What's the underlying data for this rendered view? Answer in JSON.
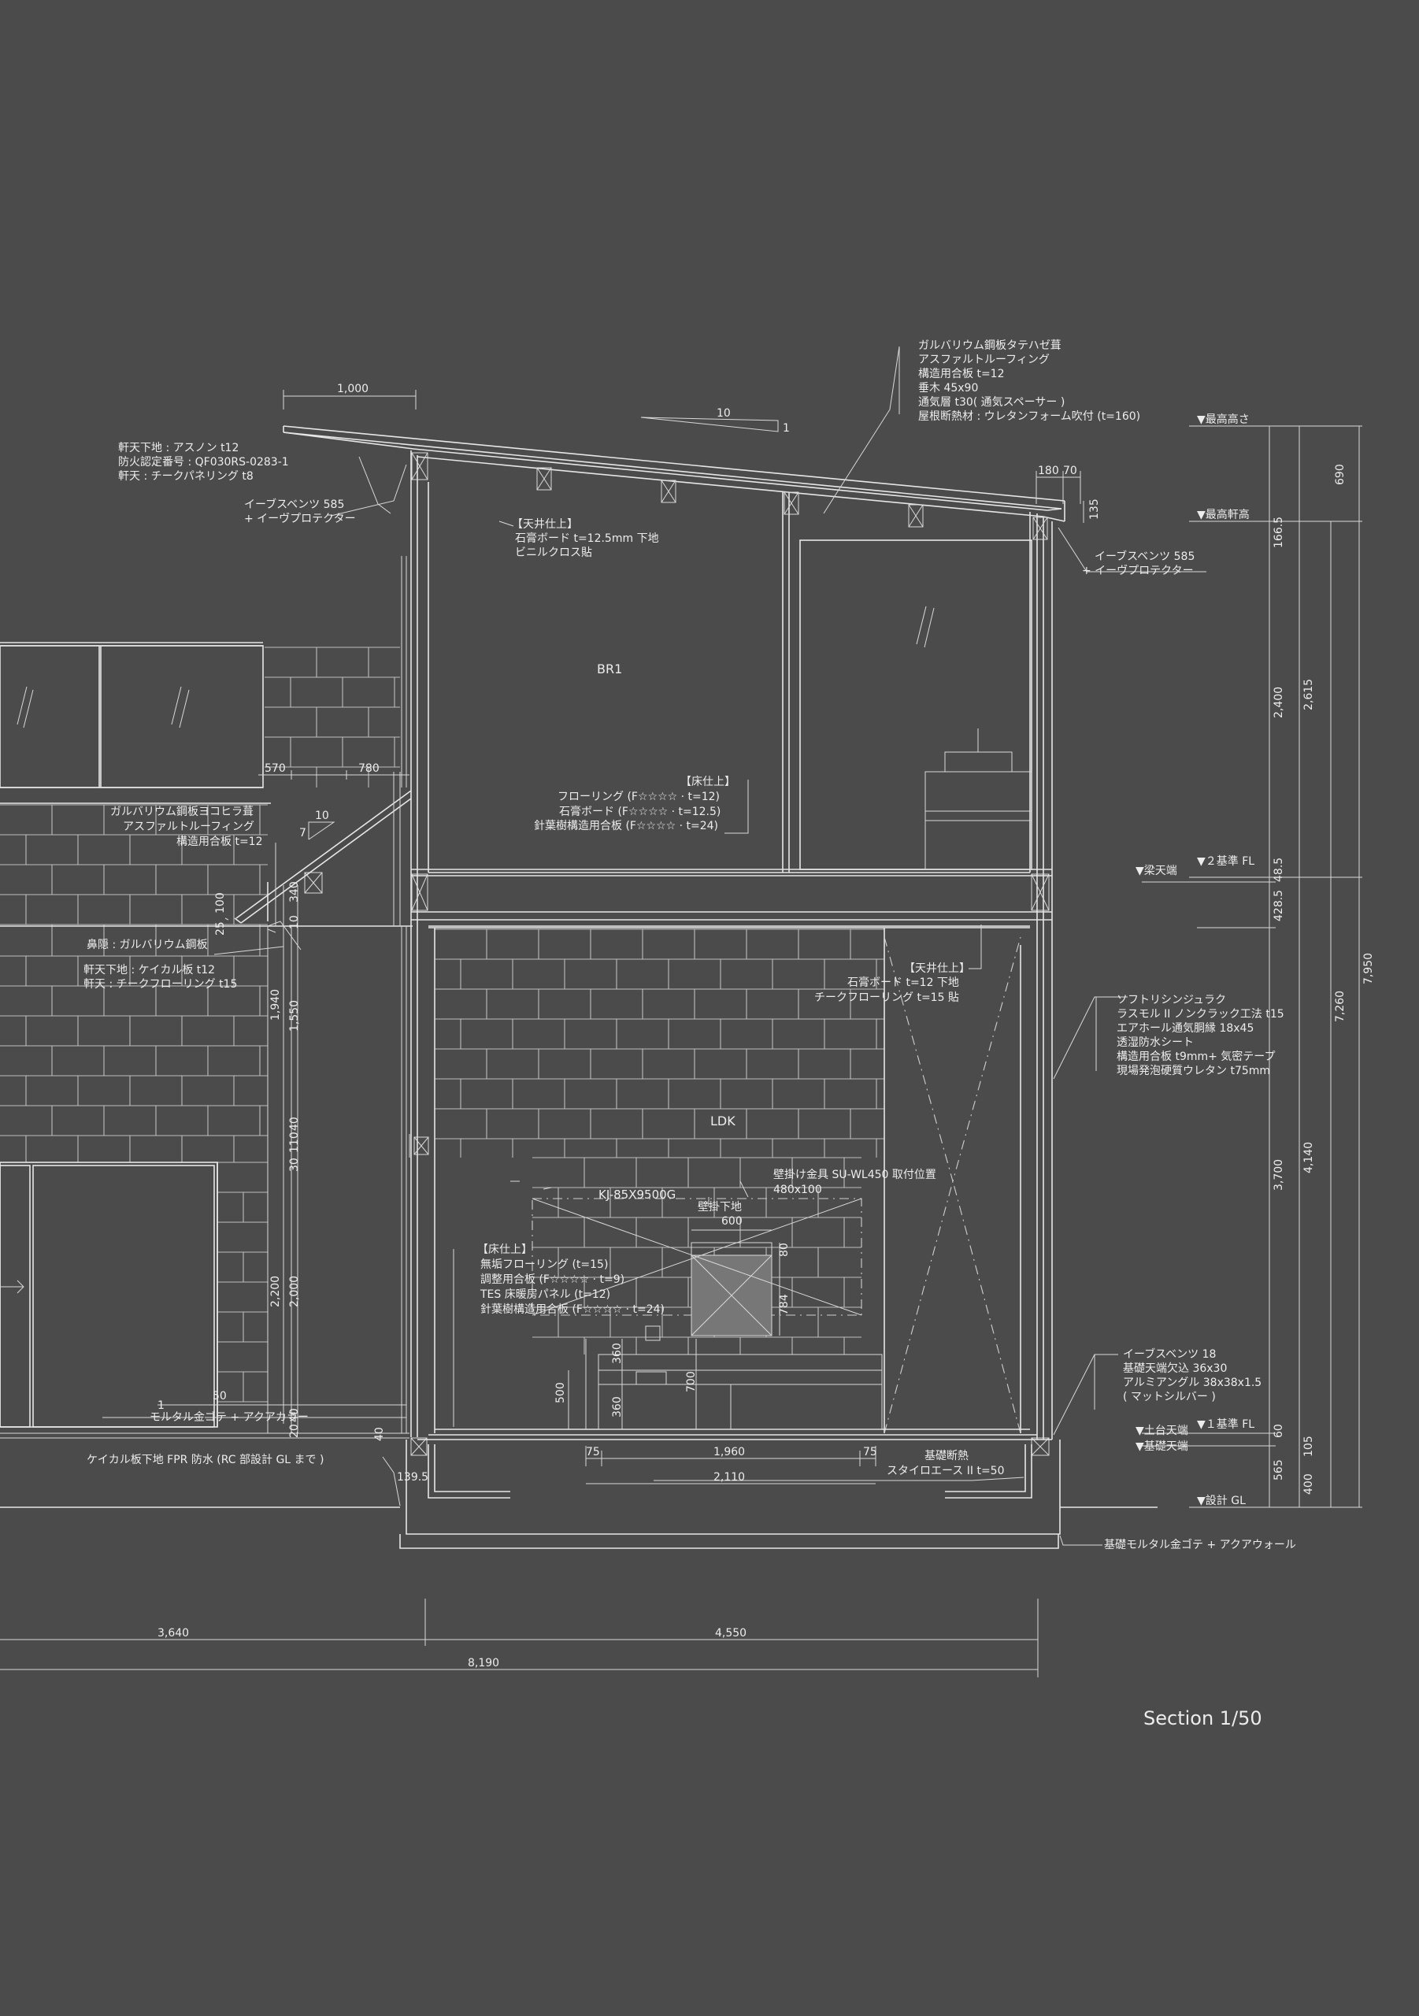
{
  "title": "Section 1/50",
  "rooms": {
    "br1": "BR1",
    "ldk": "LDK"
  },
  "levels": {
    "max_height": "▼最高高さ",
    "max_eave": "▼最高軒高",
    "beam_top": "▼梁天端",
    "fl2": "▼２基準 FL",
    "fl1": "▼１基準 FL",
    "sill_top": "▼土台天端",
    "foundation_top": "▼基礎天端",
    "gl": "▼設計 GL"
  },
  "notes": {
    "roof": [
      "ガルバリウム鋼板タテハゼ葺",
      "アスファルトルーフィング",
      "構造用合板 t=12",
      "垂木 45x90",
      "通気層 t30( 通気スペーサー )",
      "屋根断熱材 : ウレタンフォーム吹付 (t=160)"
    ],
    "eave_soffit": [
      "軒天下地 : アスノン t12",
      "防火認定番号 : QF030RS-0283-1",
      "軒天 : チークパネリング t8"
    ],
    "eave_vent_left": [
      "イーブスベンツ 585",
      "+ イーヴプロテクター"
    ],
    "eave_vent_right": [
      "イーブスベンツ 585",
      "+ イーヴプロテクター"
    ],
    "ceiling_2f": [
      "【天井仕上】",
      "石膏ボード t=12.5mm 下地",
      "ビニルクロス貼"
    ],
    "floor_2f": [
      "【床仕上】",
      "フローリング (F☆☆☆☆ · t=12)",
      "石膏ボード (F☆☆☆☆ · t=12.5)",
      "針葉樹構造用合板 (F☆☆☆☆ · t=24)"
    ],
    "lower_roof": [
      "ガルバリウム鋼板ヨコヒラ葺",
      "アスファルトルーフィング",
      "構造用合板 t=12"
    ],
    "fascia": [
      "鼻隠 : ガルバリウム鋼板"
    ],
    "lower_soffit": [
      "軒天下地 : ケイカル板 t12",
      "軒天 : チークフローリング t15"
    ],
    "ceiling_1f": [
      "【天井仕上】",
      "石膏ボード t=12 下地",
      "チークフローリング t=15 貼"
    ],
    "wall": [
      "ソフトリシンジュラク",
      "ラスモル II ノンクラック工法 t15",
      "エアホール通気胴縁 18x45",
      "透湿防水シート",
      "構造用合板 t9mm+ 気密テープ",
      "現場発泡硬質ウレタン t75mm"
    ],
    "tv_bracket": [
      "壁掛け金具 SU-WL450 取付位置",
      "480x100"
    ],
    "tv_model": "KJ-85X9500G",
    "wall_backing": "壁掛下地",
    "floor_1f": [
      "【床仕上】",
      "無垢フローリング (t=15)",
      "調整用合板 (F☆☆☆☆ · t=9)",
      "TES 床暖房パネル (t=12)",
      "針葉樹構造用合板 (F☆☆☆☆ · t=24)"
    ],
    "base_trim": [
      "イーブスベンツ 18",
      "基礎天端欠込 36x30",
      "アルミアングル 38x38x1.5",
      "( マットシルバー )"
    ],
    "plinth_left": "モルタル金ゴテ + アクアカラー",
    "fpr": "ケイカル板下地 FPR 防水 (RC 部設計 GL まで )",
    "foundation_insulation": [
      "基礎断熱",
      "スタイロエース II t=50"
    ],
    "foundation_finish": "基礎モルタル金ゴテ + アクアウォール"
  },
  "dimensions": {
    "eave_1000": "1,000",
    "slope_10": "10",
    "slope_1": "1",
    "d180": "180",
    "d70": "70",
    "d135": "135",
    "d570": "570",
    "d780": "780",
    "ls_10": "10",
    "ls_7": "7",
    "d340": "340",
    "d25": "25",
    "d100": "100",
    "d10": "10",
    "d1940": "1,940",
    "d1550": "1,550",
    "d30": "30",
    "d110": "110",
    "d40": "40",
    "d2200": "2,200",
    "d2000": "2,000",
    "d1": "1",
    "d50": "50",
    "d20": "20",
    "d40b": "40",
    "d40c": "40",
    "d139_5": "139.5",
    "d600": "600",
    "d80": "80",
    "d784": "784",
    "d360a": "360",
    "d360b": "360",
    "d500": "500",
    "d700": "700",
    "d75a": "75",
    "d1960": "1,960",
    "d75b": "75",
    "d2110": "2,110",
    "r690": "690",
    "r166_5": "166.5",
    "r2400": "2,400",
    "r2615": "2,615",
    "r48_5": "48.5",
    "r428_5": "428.5",
    "r7950": "7,950",
    "r7260": "7,260",
    "r3700": "3,700",
    "r4140": "4,140",
    "r60": "60",
    "r105": "105",
    "r565": "565",
    "r400": "400",
    "b3640": "3,640",
    "b4550": "4,550",
    "b8190": "8,190"
  },
  "colors": {
    "background": "#4b4b4b",
    "line": "#e6e6e6"
  }
}
